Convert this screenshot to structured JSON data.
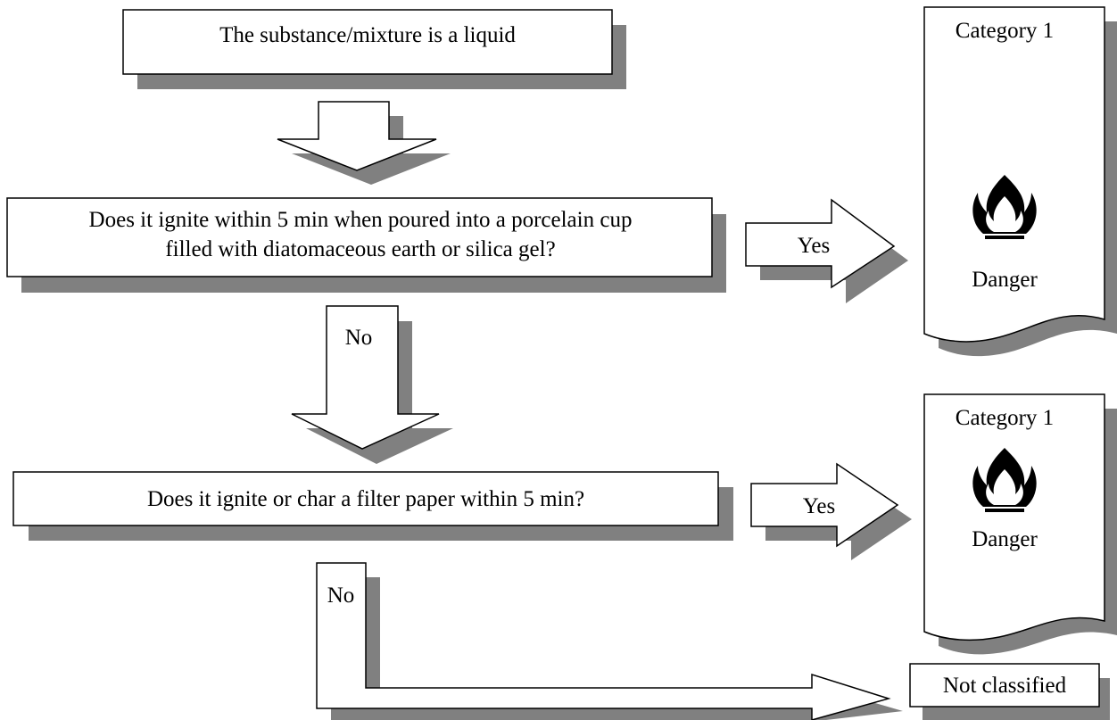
{
  "flowchart": {
    "start_box": "The substance/mixture is a liquid",
    "question1": {
      "line1": "Does it ignite within 5 min when poured into a porcelain cup",
      "line2": "filled with diatomaceous earth or silica gel?"
    },
    "question2": "Does it ignite or char a filter paper within 5 min?",
    "arrow_yes_1": "Yes",
    "arrow_no_1": "No",
    "arrow_yes_2": "Yes",
    "arrow_no_2": "No",
    "result1": {
      "category": "Category 1",
      "signal_word": "Danger",
      "icon": "flame-pictogram-icon"
    },
    "result2": {
      "category": "Category 1",
      "signal_word": "Danger",
      "icon": "flame-pictogram-icon"
    },
    "not_classified": "Not classified"
  },
  "colors": {
    "shadow": "#808080",
    "stroke": "#000000",
    "fill": "#ffffff"
  }
}
